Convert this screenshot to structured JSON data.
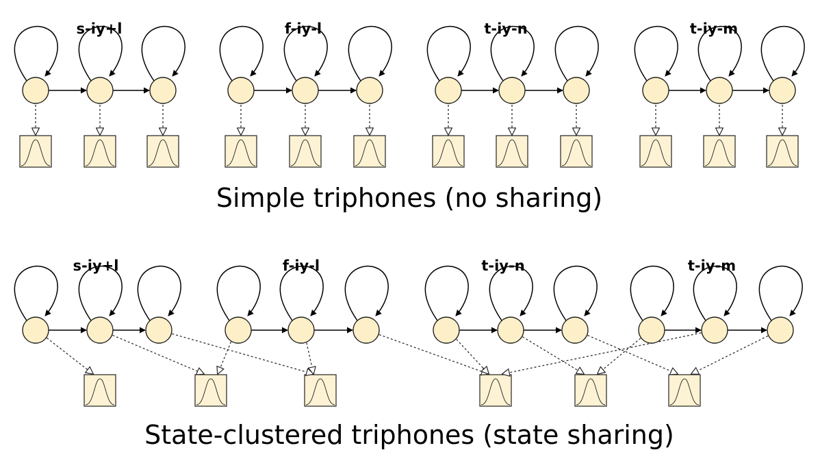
{
  "top_panel": {
    "caption": "Simple triphones (no sharing)",
    "models": [
      {
        "label": "s-iy+l"
      },
      {
        "label": "f-iy-l"
      },
      {
        "label": "t-iy-n"
      },
      {
        "label": "t-iy-m"
      }
    ]
  },
  "bottom_panel": {
    "caption": "State-clustered triphones (state sharing)",
    "models": [
      {
        "label": "s-iy+l"
      },
      {
        "label": "f-iy-l"
      },
      {
        "label": "t-iy-n"
      },
      {
        "label": "t-iy-m"
      }
    ],
    "shared_gaussian_count": 6,
    "state_to_gaussian": [
      [
        0,
        1,
        2
      ],
      [
        1,
        2,
        3
      ],
      [
        3,
        4,
        5
      ],
      [
        4,
        3,
        5
      ]
    ]
  },
  "colors": {
    "state_fill": "#fdf0c8",
    "box_fill": "#fdf3d4",
    "stroke": "#222222"
  }
}
